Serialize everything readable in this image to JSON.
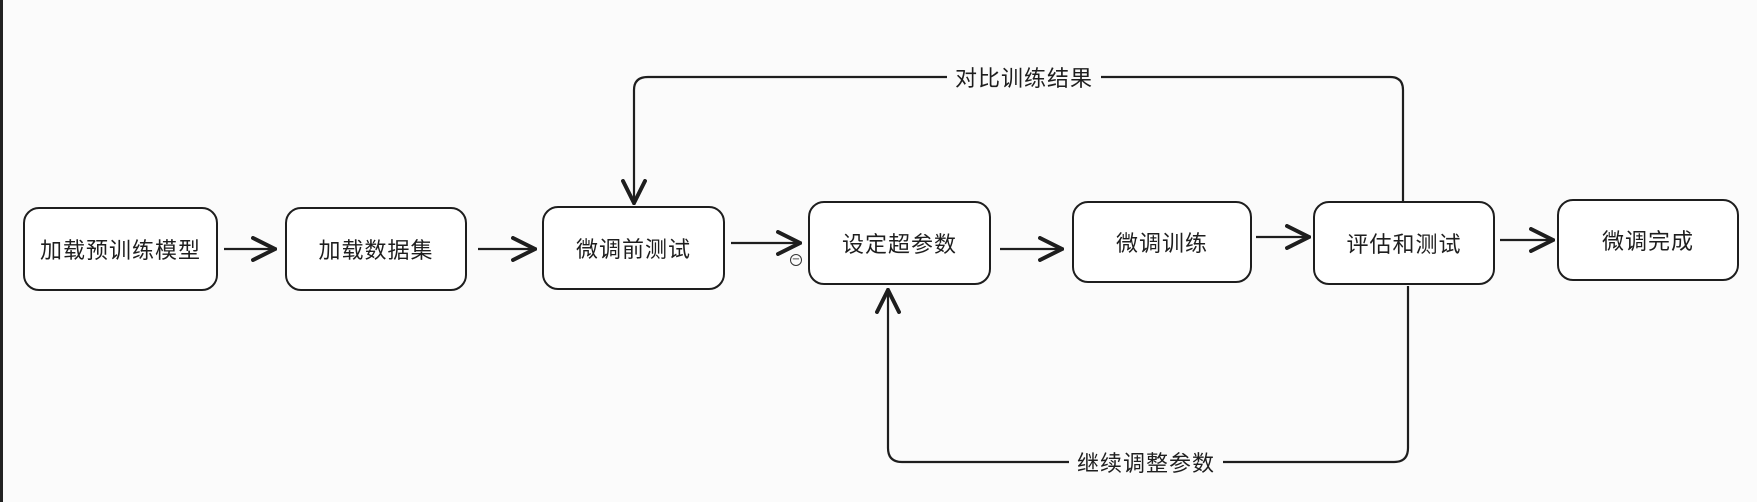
{
  "diagram": {
    "nodes": [
      {
        "id": "load-model",
        "label": "加载预训练模型"
      },
      {
        "id": "load-dataset",
        "label": "加载数据集"
      },
      {
        "id": "pre-test",
        "label": "微调前测试"
      },
      {
        "id": "set-hparams",
        "label": "设定超参数"
      },
      {
        "id": "finetune",
        "label": "微调训练"
      },
      {
        "id": "evaluate",
        "label": "评估和测试"
      },
      {
        "id": "done",
        "label": "微调完成"
      }
    ],
    "edges": [
      {
        "from": "load-model",
        "to": "load-dataset"
      },
      {
        "from": "load-dataset",
        "to": "pre-test"
      },
      {
        "from": "pre-test",
        "to": "set-hparams"
      },
      {
        "from": "set-hparams",
        "to": "finetune"
      },
      {
        "from": "finetune",
        "to": "evaluate"
      },
      {
        "from": "evaluate",
        "to": "done"
      },
      {
        "from": "evaluate",
        "to": "pre-test",
        "label": "对比训练结果"
      },
      {
        "from": "evaluate",
        "to": "set-hparams",
        "label": "继续调整参数"
      }
    ],
    "zoom_icon": "zoom-out-icon"
  }
}
